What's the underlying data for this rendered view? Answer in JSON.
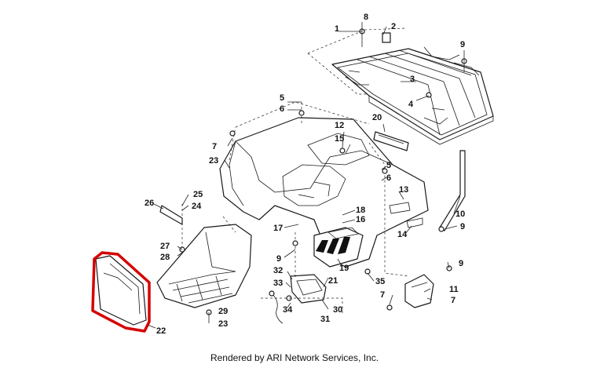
{
  "callouts": [
    {
      "id": "c1",
      "text": "1"
    },
    {
      "id": "c2",
      "text": "2"
    },
    {
      "id": "c3",
      "text": "3"
    },
    {
      "id": "c4",
      "text": "4"
    },
    {
      "id": "c5a",
      "text": "5"
    },
    {
      "id": "c5b",
      "text": "5"
    },
    {
      "id": "c6a",
      "text": "6"
    },
    {
      "id": "c6b",
      "text": "6"
    },
    {
      "id": "c7a",
      "text": "7"
    },
    {
      "id": "c7b",
      "text": "7"
    },
    {
      "id": "c7c",
      "text": "7"
    },
    {
      "id": "c8",
      "text": "8"
    },
    {
      "id": "c9a",
      "text": "9"
    },
    {
      "id": "c9b",
      "text": "9"
    },
    {
      "id": "c9c",
      "text": "9"
    },
    {
      "id": "c9d",
      "text": "9"
    },
    {
      "id": "c10",
      "text": "10"
    },
    {
      "id": "c11",
      "text": "11"
    },
    {
      "id": "c12",
      "text": "12"
    },
    {
      "id": "c13",
      "text": "13"
    },
    {
      "id": "c14",
      "text": "14"
    },
    {
      "id": "c15",
      "text": "15"
    },
    {
      "id": "c16",
      "text": "16"
    },
    {
      "id": "c17",
      "text": "17"
    },
    {
      "id": "c18",
      "text": "18"
    },
    {
      "id": "c19",
      "text": "19"
    },
    {
      "id": "c20",
      "text": "20"
    },
    {
      "id": "c21",
      "text": "21"
    },
    {
      "id": "c22",
      "text": "22"
    },
    {
      "id": "c23a",
      "text": "23"
    },
    {
      "id": "c23b",
      "text": "23"
    },
    {
      "id": "c24",
      "text": "24"
    },
    {
      "id": "c25",
      "text": "25"
    },
    {
      "id": "c26",
      "text": "26"
    },
    {
      "id": "c27",
      "text": "27"
    },
    {
      "id": "c28",
      "text": "28"
    },
    {
      "id": "c29",
      "text": "29"
    },
    {
      "id": "c30",
      "text": "30"
    },
    {
      "id": "c31",
      "text": "31"
    },
    {
      "id": "c32",
      "text": "32"
    },
    {
      "id": "c33",
      "text": "33"
    },
    {
      "id": "c34",
      "text": "34"
    },
    {
      "id": "c35",
      "text": "35"
    }
  ],
  "highlight_color": "#d60000",
  "highlighted_part": "22",
  "footer": "Rendered by ARI Network Services, Inc."
}
